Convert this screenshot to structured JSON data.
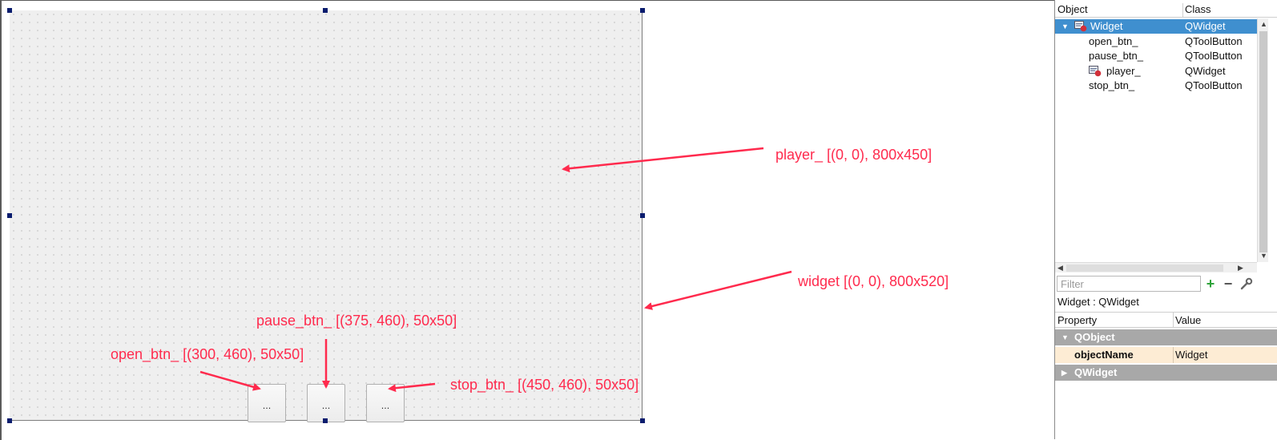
{
  "form": {
    "buttons": [
      {
        "label": "..."
      },
      {
        "label": "..."
      },
      {
        "label": "..."
      }
    ]
  },
  "annotations": {
    "player": "player_ [(0, 0), 800x450]",
    "widget": "widget [(0, 0), 800x520]",
    "pause": "pause_btn_ [(375, 460), 50x50]",
    "open": "open_btn_ [(300, 460), 50x50]",
    "stop": "stop_btn_ [(450, 460), 50x50]",
    "color": "#ff2a4d"
  },
  "object_inspector": {
    "header": {
      "object": "Object",
      "class": "Class"
    },
    "rows": [
      {
        "name": "Widget",
        "class": "QWidget",
        "selected": true,
        "expanded": true,
        "icon": "widget-icon"
      },
      {
        "name": "open_btn_",
        "class": "QToolButton"
      },
      {
        "name": "pause_btn_",
        "class": "QToolButton"
      },
      {
        "name": "player_",
        "class": "QWidget",
        "icon": "widget-icon"
      },
      {
        "name": "stop_btn_",
        "class": "QToolButton"
      }
    ],
    "selection_color": "#3f8fcf"
  },
  "filter": {
    "placeholder": "Filter",
    "add": "+",
    "remove": "−"
  },
  "property_editor": {
    "title": "Widget : QWidget",
    "header": {
      "property": "Property",
      "value": "Value"
    },
    "groups": [
      {
        "name": "QObject",
        "expanded": true
      },
      {
        "name": "QWidget",
        "expanded": false
      }
    ],
    "properties": [
      {
        "key": "objectName",
        "value": "Widget"
      }
    ]
  }
}
